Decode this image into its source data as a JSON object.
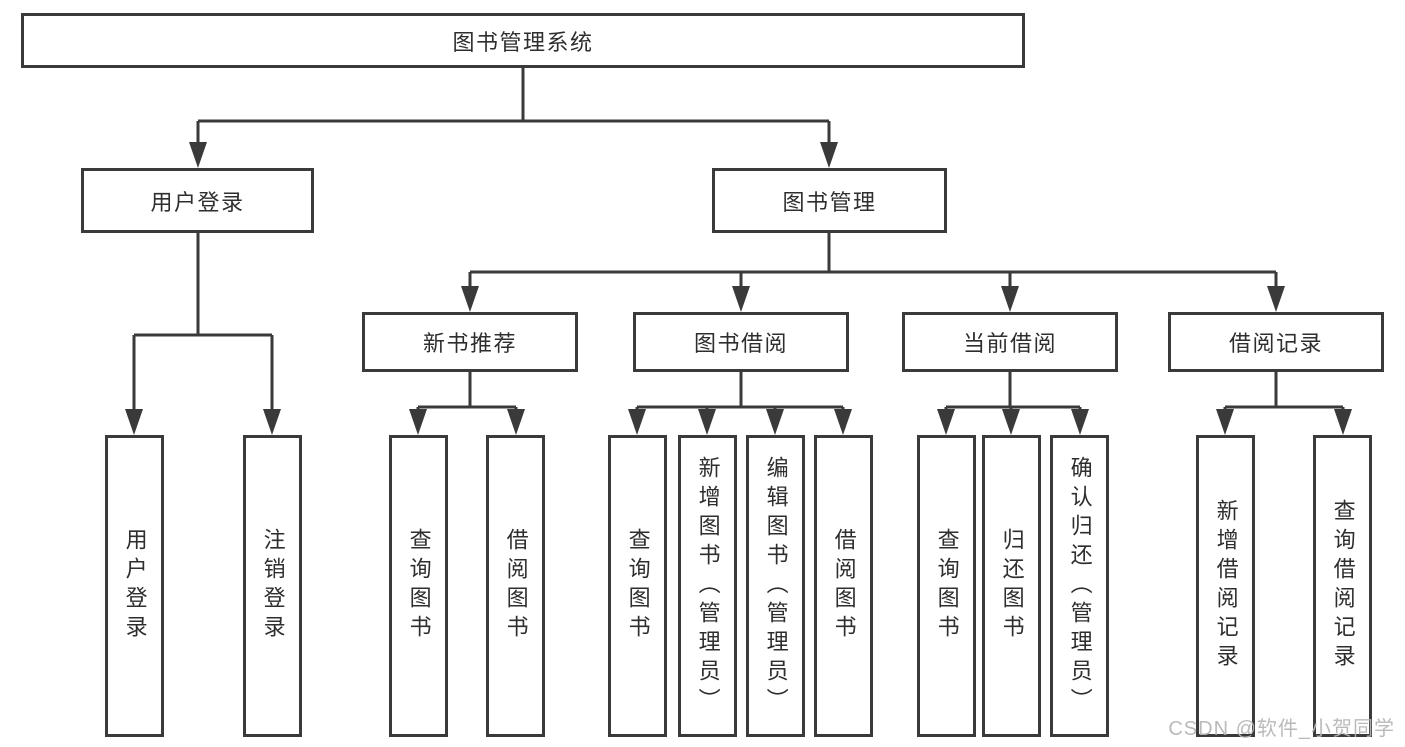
{
  "diagram": {
    "nodes": {
      "root": "图书管理系统",
      "user_login": "用户登录",
      "book_mgmt": "图书管理",
      "new_book_rec": "新书推荐",
      "book_borrow": "图书借阅",
      "current_borrow": "当前借阅",
      "borrow_records": "借阅记录",
      "leaf_user_login": "用户登录",
      "leaf_logout": "注销登录",
      "leaf_query_books_1": "查询图书",
      "leaf_borrow_books_1": "借阅图书",
      "leaf_query_books_2": "查询图书",
      "leaf_add_books_admin": "新增图书（管理员）",
      "leaf_edit_books_admin": "编辑图书（管理员）",
      "leaf_borrow_books_2": "借阅图书",
      "leaf_query_books_3": "查询图书",
      "leaf_return_books": "归还图书",
      "leaf_confirm_return_admin": "确认归还（管理员）",
      "leaf_add_borrow_record": "新增借阅记录",
      "leaf_query_borrow_record": "查询借阅记录"
    },
    "colors": {
      "line": "#3a3a3a",
      "text": "#2e2e2e",
      "box_fill": "#ffffff",
      "watermark": "#b5b5b5"
    }
  },
  "watermark": {
    "text": "CSDN @软件_小贺同学"
  }
}
